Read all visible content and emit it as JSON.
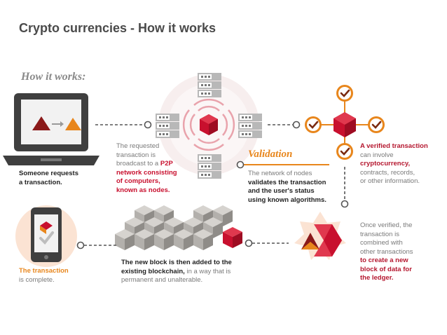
{
  "title": "Crypto currencies - How it works",
  "subtitle": "How it works:",
  "validation_title": "Validation",
  "step1": {
    "line1": "Someone requests",
    "line2": "a transaction."
  },
  "step2": {
    "line1": "The requested",
    "line2": "transaction is",
    "line3a": "broadcast to a ",
    "line3b": "P2P",
    "line4": "network consisting",
    "line5": "of computers,",
    "line6": "known as nodes."
  },
  "step3": {
    "line1": "The network of nodes",
    "line2": "validates the transaction",
    "line3": "and the user's status",
    "line4": "using known algorithms."
  },
  "step4": {
    "line1": "A verified transaction",
    "line2": "can involve",
    "line3": "cryptocurrency,",
    "line4": "contracts, records,",
    "line5": "or other information."
  },
  "step5": {
    "line1": "Once verified, the",
    "line2": "transaction is",
    "line3": "combined with",
    "line4": "other transactions",
    "line5": "to create a new",
    "line6": "block of data for",
    "line7": "the ledger."
  },
  "step6": {
    "line1": "The new block is then added to the",
    "line2a": "existing blockchain,",
    "line2b": " in a way that is",
    "line3": "permanent and unalterable."
  },
  "step7": {
    "line1": "The transaction",
    "line2": "is complete."
  },
  "colors": {
    "red": "#c8102e",
    "orange": "#e8861c",
    "crimson": "#b5172f",
    "gray": "#7a7a7a",
    "dark": "#222222"
  }
}
